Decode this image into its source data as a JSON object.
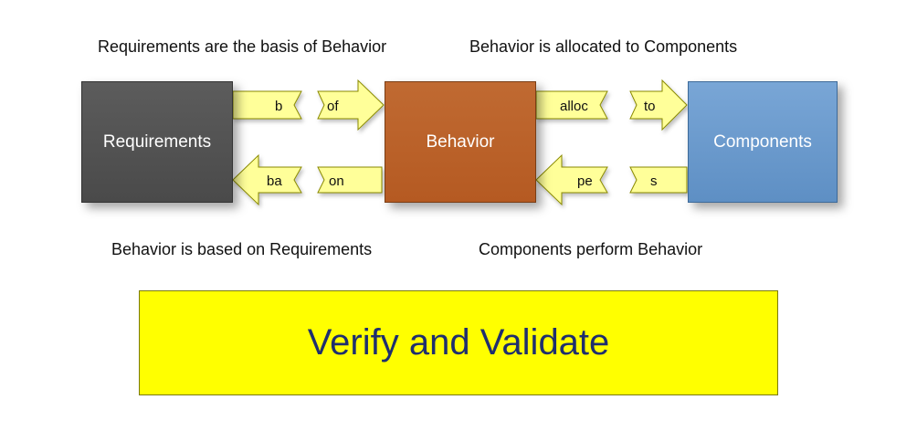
{
  "captions": {
    "top_left": "Requirements are the basis of Behavior",
    "top_right": "Behavior is allocated to Components",
    "bottom_left": "Behavior is based on Requirements",
    "bottom_right": "Components perform Behavior"
  },
  "boxes": {
    "requirements": "Requirements",
    "behavior": "Behavior",
    "components": "Components"
  },
  "arrows": {
    "req_to_beh": {
      "start_fragment": "b",
      "end_fragment": "of"
    },
    "beh_to_req": {
      "start_fragment": "ba",
      "end_fragment": "on"
    },
    "beh_to_comp": {
      "start_fragment": "alloc",
      "end_fragment": "to"
    },
    "comp_to_beh": {
      "start_fragment": "pe",
      "end_fragment": "s"
    }
  },
  "banner": {
    "text": "Verify and Validate"
  },
  "colors": {
    "requirements_fill": "#555555",
    "behavior_fill": "#b8602a",
    "components_fill": "#6b9bd0",
    "arrow_fill": "#ffff99",
    "banner_fill": "#ffff00",
    "banner_text": "#1f2f6e"
  }
}
